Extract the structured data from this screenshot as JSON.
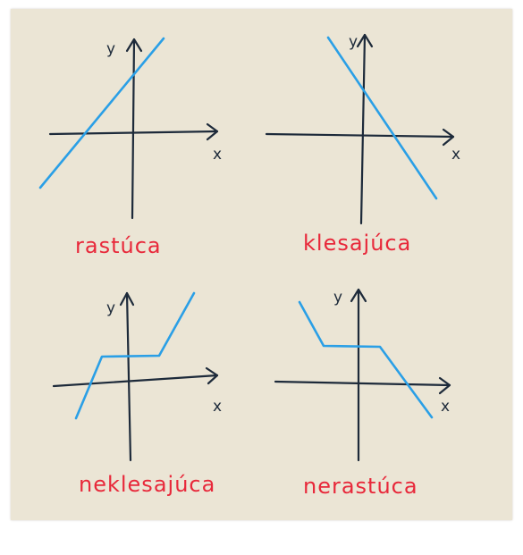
{
  "panels": [
    {
      "id": "increasing",
      "caption": "rastúca",
      "x_label": "x",
      "y_label": "y"
    },
    {
      "id": "decreasing",
      "caption": "klesajúca",
      "x_label": "x",
      "y_label": "y"
    },
    {
      "id": "non-decreasing",
      "caption": "neklesajúca",
      "x_label": "x",
      "y_label": "y"
    },
    {
      "id": "non-increasing",
      "caption": "nerastúca",
      "x_label": "x",
      "y_label": "y"
    }
  ],
  "colors": {
    "paper": "#ebe5d5",
    "axis": "#1d2a3a",
    "curve": "#2a9fe6",
    "caption": "#e8283a"
  }
}
